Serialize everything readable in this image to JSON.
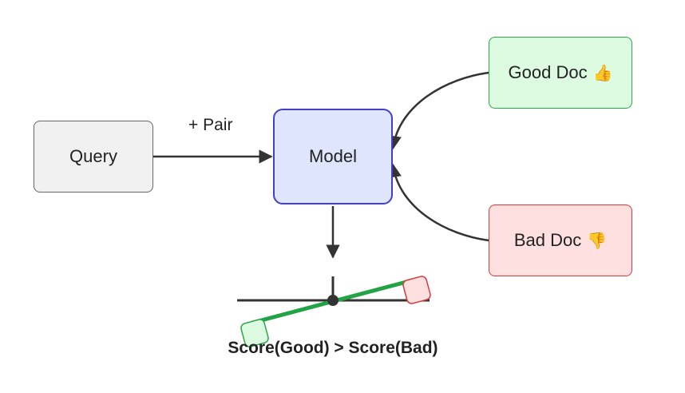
{
  "nodes": {
    "query": "Query",
    "model": "Model",
    "good_doc": "Good Doc",
    "good_doc_emoji": "👍",
    "bad_doc": "Bad Doc",
    "bad_doc_emoji": "👎"
  },
  "edge_labels": {
    "query_to_model": "+ Pair"
  },
  "caption": "Score(Good) > Score(Bad)",
  "colors": {
    "query_fill": "#f1f1f1",
    "model_fill": "#dfe5fd",
    "model_border": "#4340c4",
    "good_fill": "#dcfbe1",
    "good_border": "#2da84a",
    "bad_fill": "#ffe0e0",
    "bad_border": "#d63a3a",
    "scale_beam": "#22a446",
    "line": "#333333"
  }
}
